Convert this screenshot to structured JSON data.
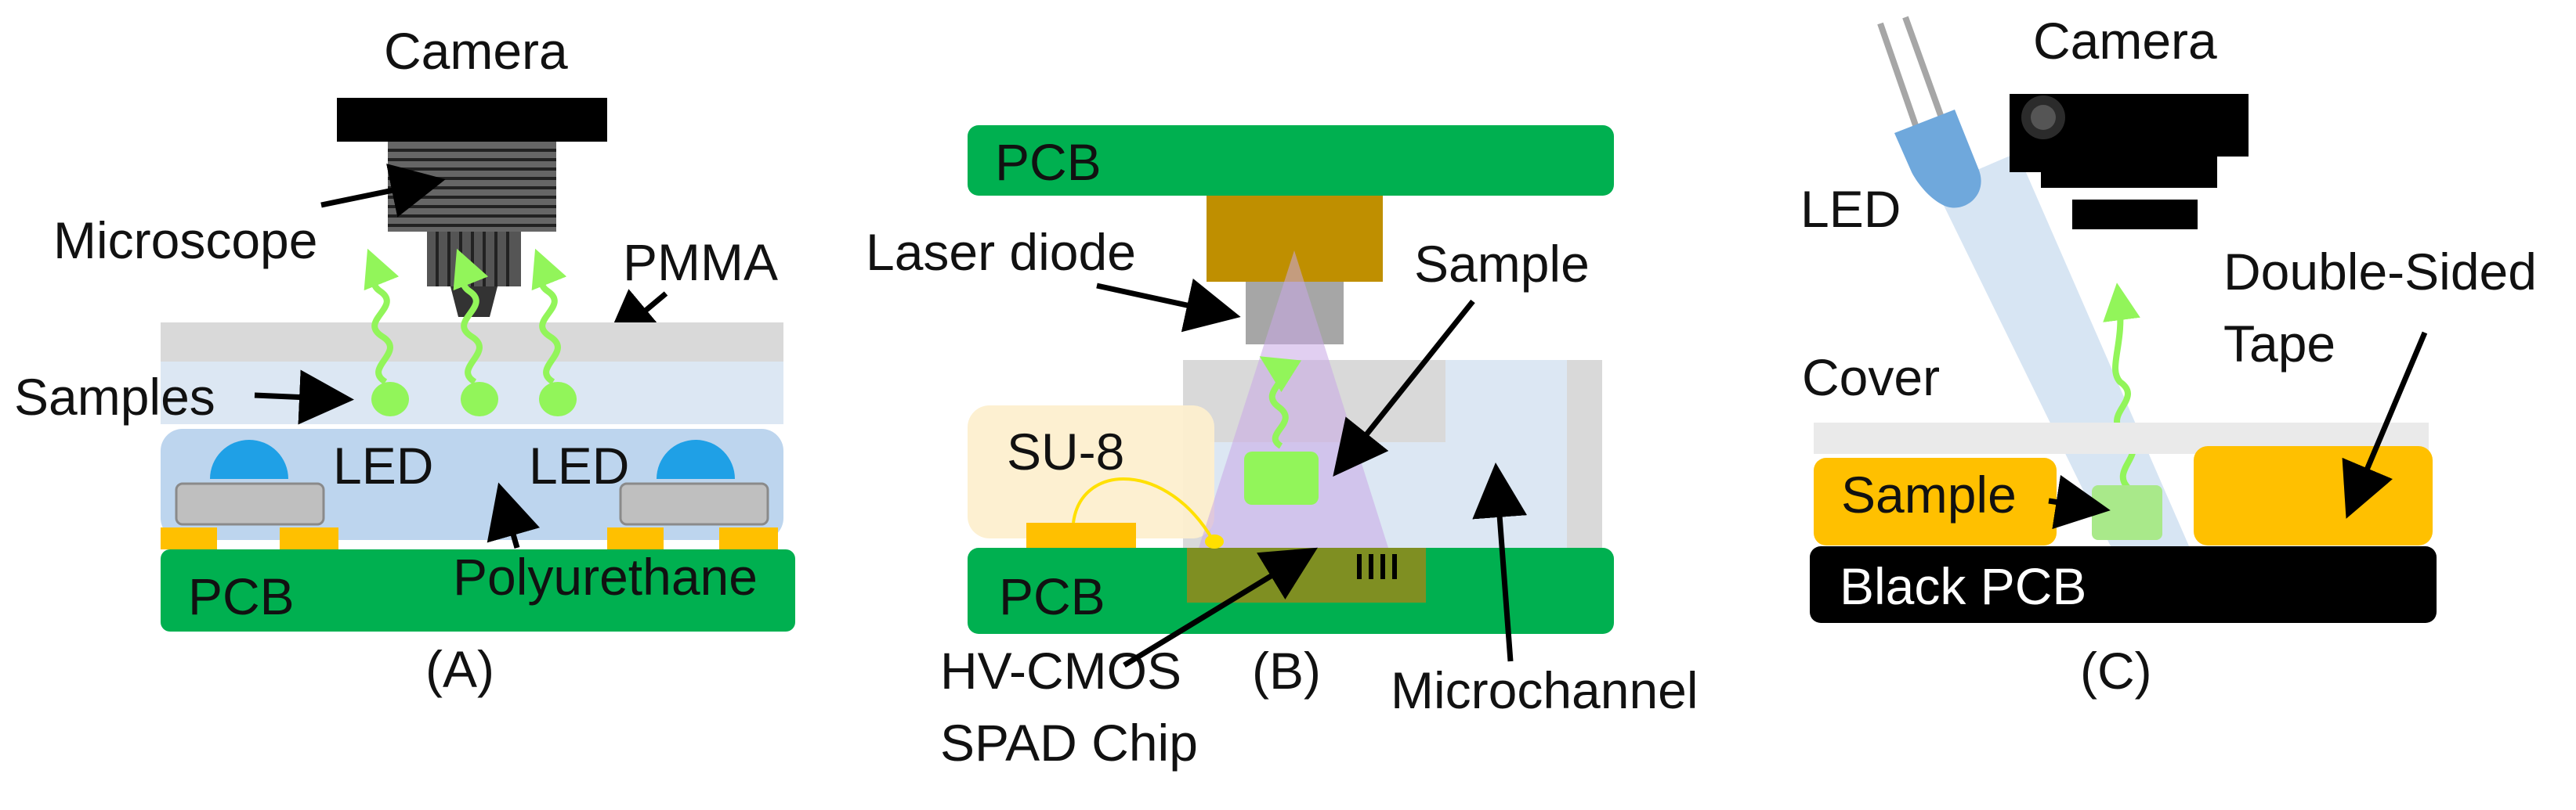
{
  "colors": {
    "pcb_green": "#00b050",
    "gold": "#ffc000",
    "gray": "#bfbfbf",
    "light_blue": "#c9dcef",
    "fluor_green": "#92f55a",
    "led_blue": "#1fa0e6",
    "black": "#000000",
    "su8": "#fdefcf",
    "laser_housing": "#bf8f00",
    "laser_beam": "#c9a7e6",
    "olive_chip": "#7f8f22"
  },
  "panel_a": {
    "caption": "(A)",
    "labels": {
      "camera": "Camera",
      "microscope": "Microscope",
      "pmma": "PMMA",
      "samples": "Samples",
      "led_left": "LED",
      "led_right": "LED",
      "pcb": "PCB",
      "polyurethane": "Polyurethane"
    }
  },
  "panel_b": {
    "caption": "(B)",
    "labels": {
      "pcb_top": "PCB",
      "laser_diode": "Laser diode",
      "sample": "Sample",
      "su8": "SU-8",
      "pcb_bottom": "PCB",
      "chip_line1": "HV-CMOS",
      "chip_line2": "SPAD Chip",
      "microchannel": "Microchannel"
    }
  },
  "panel_c": {
    "caption": "(C)",
    "labels": {
      "led": "LED",
      "camera": "Camera",
      "tape_line1": "Double-Sided",
      "tape_line2": "Tape",
      "cover": "Cover",
      "sample": "Sample",
      "black_pcb": "Black PCB"
    }
  }
}
